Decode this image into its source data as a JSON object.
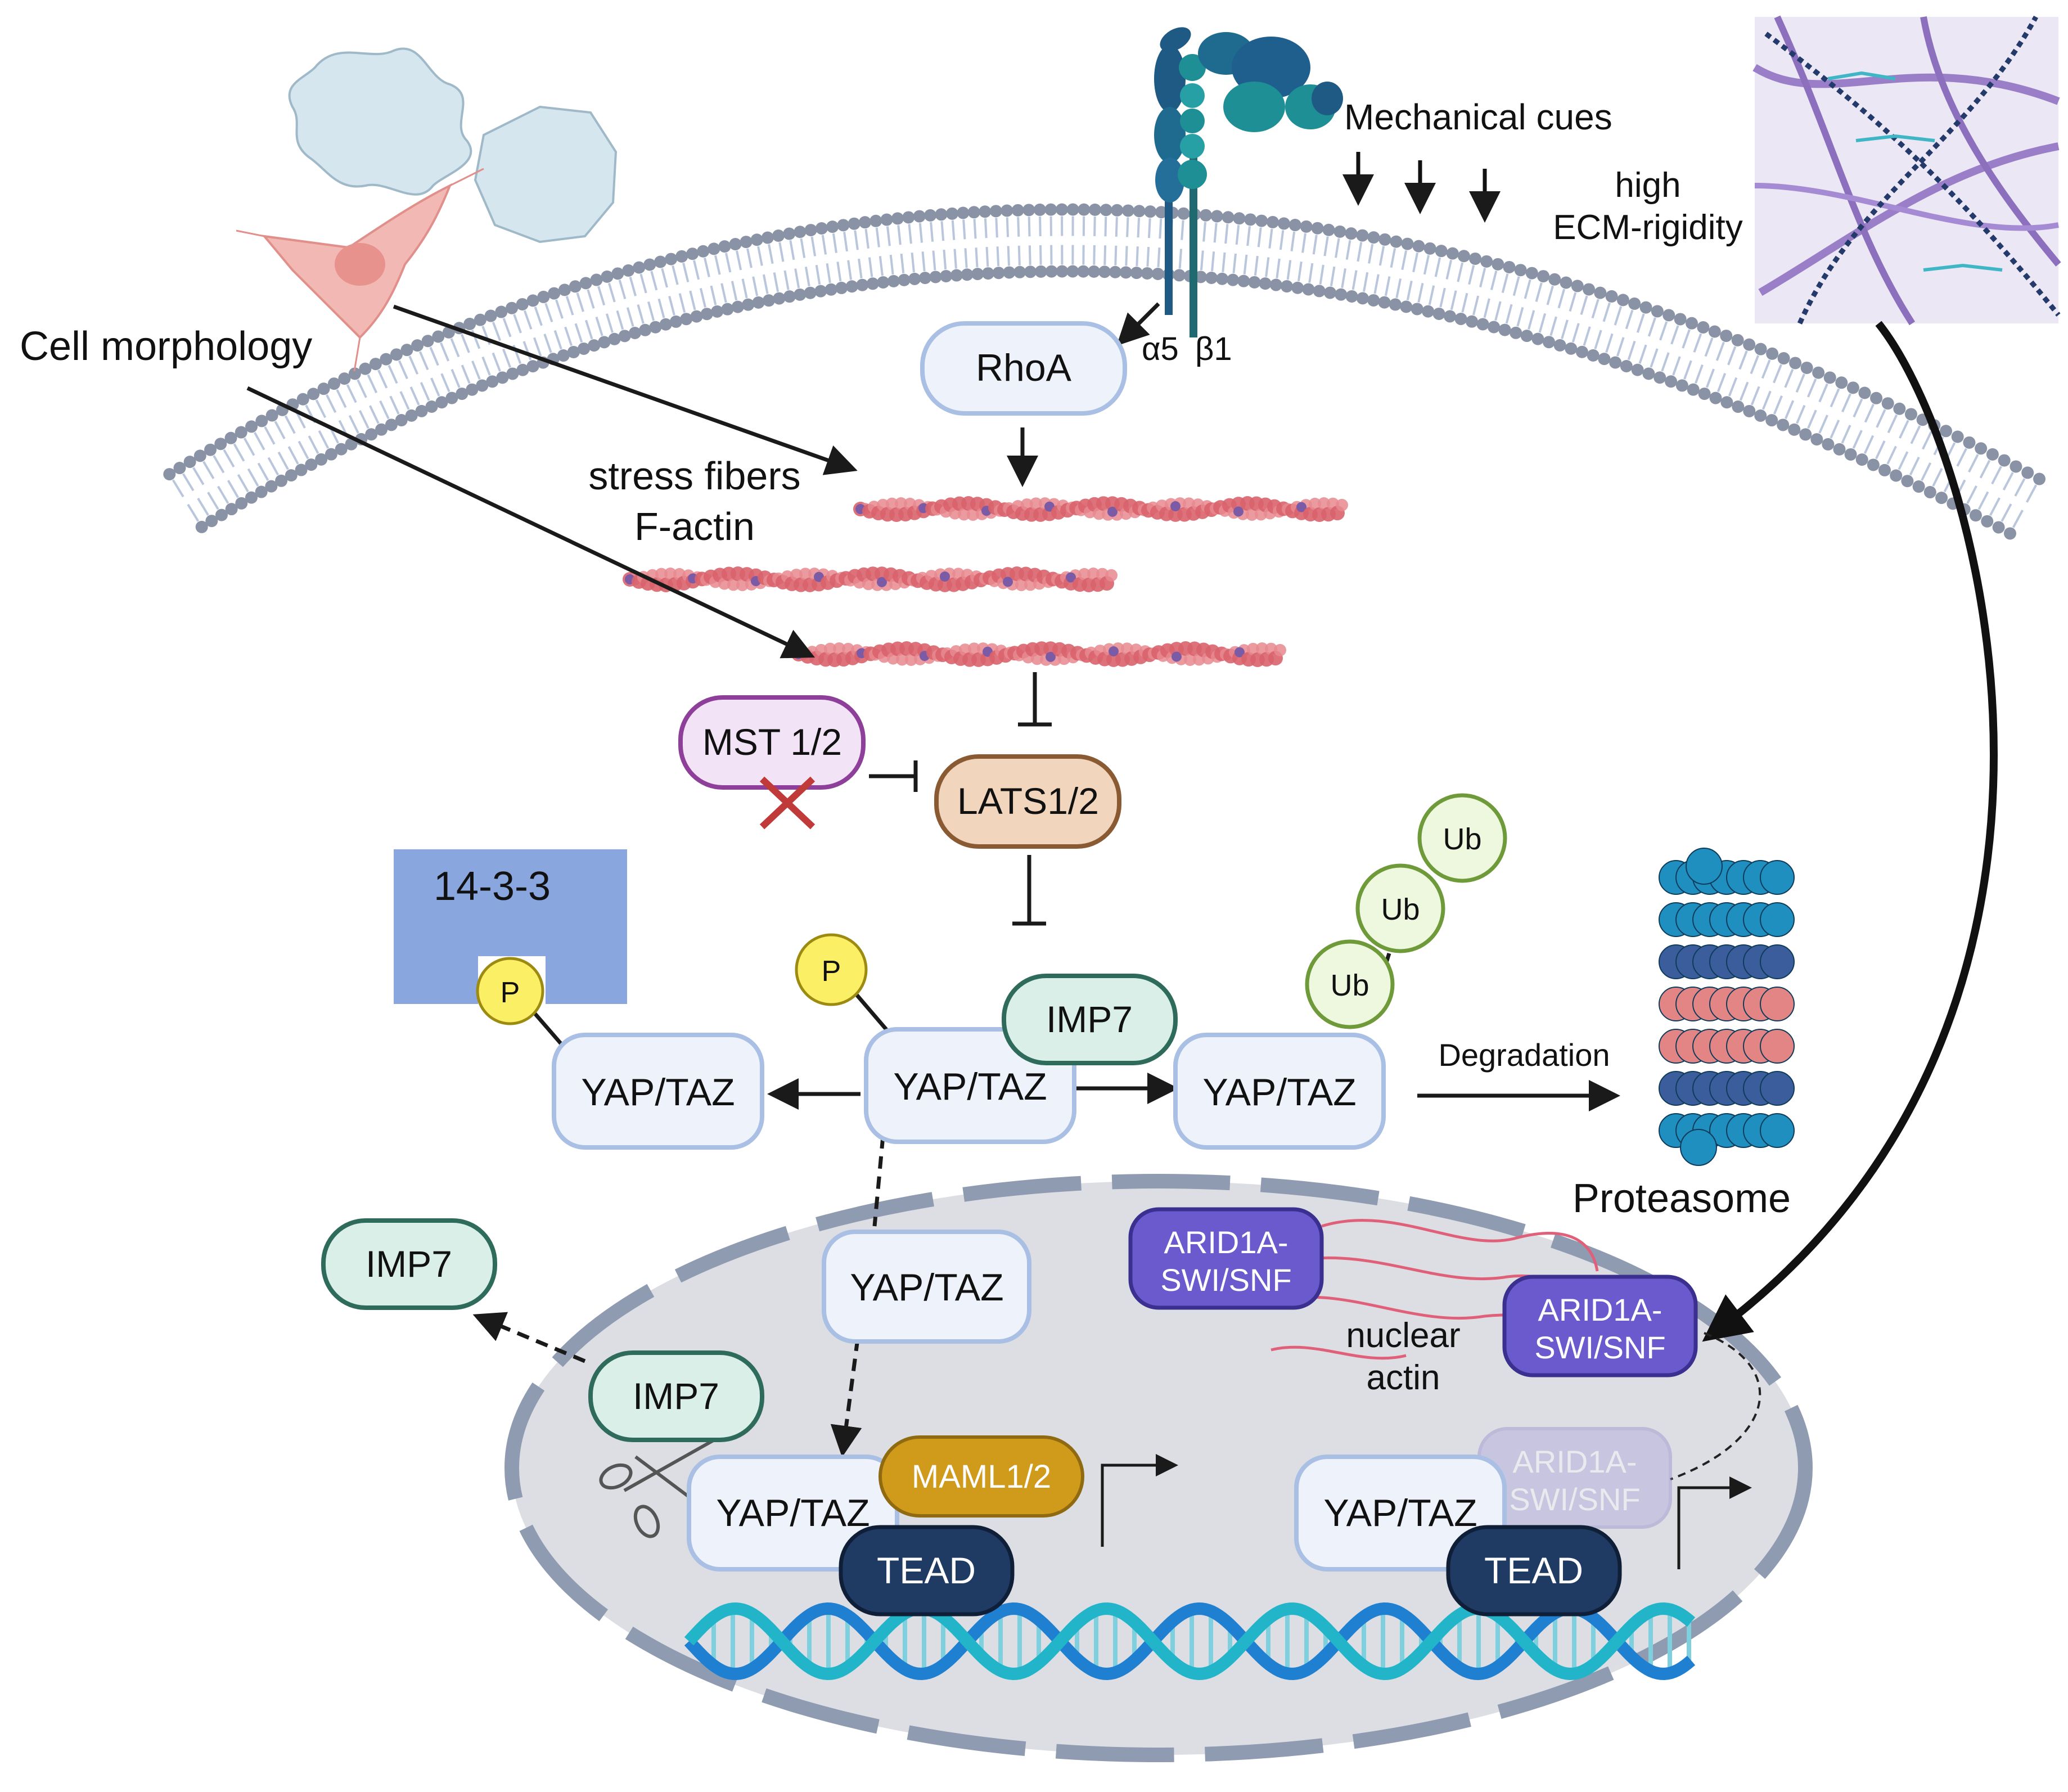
{
  "labels": {
    "cell_morphology": "Cell morphology",
    "mechanical_cues": "Mechanical cues",
    "high": "high",
    "ecm_rigidity": "ECM-rigidity",
    "alpha5": "α5",
    "beta1": "β1",
    "stress_fibers": "stress fibers",
    "f_actin": "F-actin",
    "degradation": "Degradation",
    "proteasome": "Proteasome",
    "nuclear": "nuclear",
    "actin": "actin"
  },
  "nodes": {
    "rhoa": "RhoA",
    "mst": "MST 1/2",
    "lats": "LATS1/2",
    "fourteen33": "14-3-3",
    "p": "P",
    "yaptaz": "YAP/TAZ",
    "imp7": "IMP7",
    "ub": "Ub",
    "arid_line1": "ARID1A-",
    "arid_line2": "SWI/SNF",
    "maml": "MAML1/2",
    "tead": "TEAD"
  },
  "colors": {
    "node_fill": "#edf2fb",
    "node_stroke": "#a9bfe3",
    "imp7_fill": "#d9efe8",
    "imp7_stroke": "#2f6b5b",
    "mst_fill": "#f3e3f7",
    "mst_stroke": "#8e3f9a",
    "lats_fill": "#f1d6bd",
    "lats_stroke": "#8a5a33",
    "ub_fill": "#eef8df",
    "ub_stroke": "#6e9a3a",
    "p_fill": "#fbef66",
    "p_stroke": "#9c8b10",
    "block_1433": "#89a6de",
    "arid_fill": "#6a5acd",
    "arid_stroke": "#3b2f8f",
    "maml_fill": "#d09a1a",
    "tead_fill": "#1f3b63",
    "nucleus_fill": "#d9dbe0",
    "nucleus_rim": "#8e9bb1",
    "actin_red": "#d9636b",
    "actin_purple": "#7b5aa6",
    "membrane_head": "#8a93a6",
    "membrane_tail": "#b9c6dc",
    "integrin_teal": "#1f8f96",
    "integrin_blue": "#1f5a85",
    "dna_blue": "#1f7fd1",
    "dna_teal": "#22b5c9"
  }
}
